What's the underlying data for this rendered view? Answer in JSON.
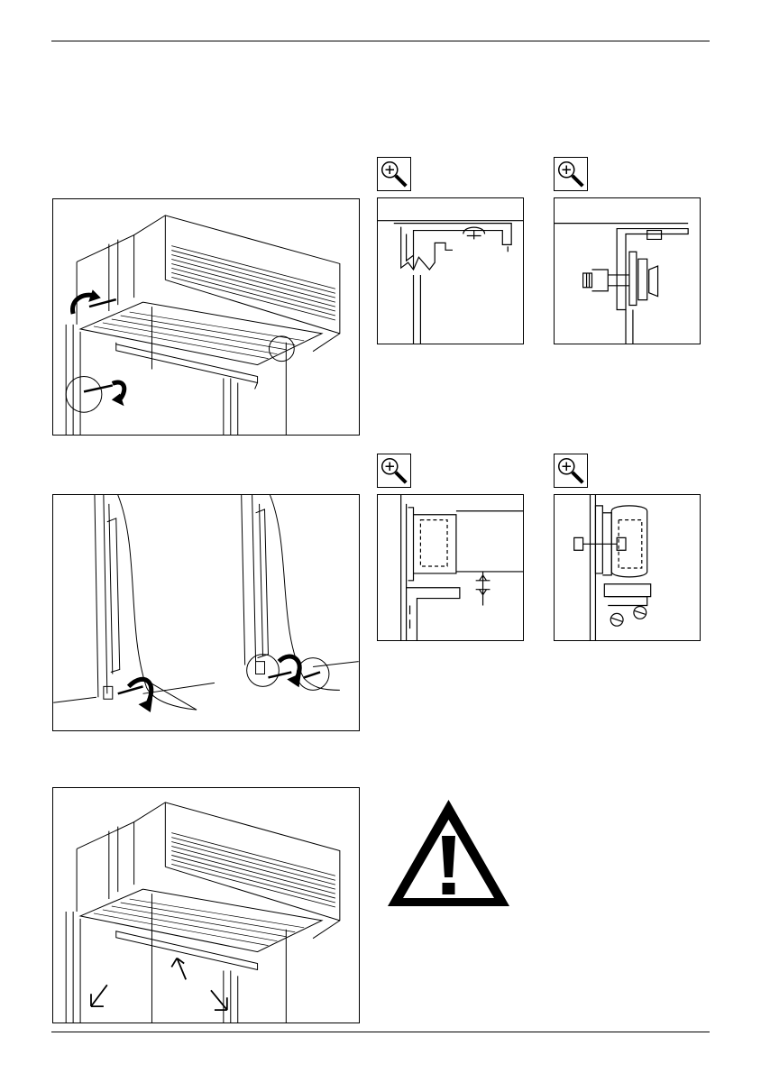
{
  "page": {
    "figures": [
      {
        "id": "fig1",
        "depicts": "curtain-unit-mounting-screws"
      },
      {
        "id": "fig2",
        "depicts": "side-panel-fastening"
      },
      {
        "id": "fig3",
        "depicts": "unit-lifting-alignment"
      }
    ],
    "details": [
      {
        "id": "d1",
        "icon": "zoom-in-icon",
        "depicts": "bracket-hook-detail"
      },
      {
        "id": "d2",
        "icon": "zoom-in-icon",
        "depicts": "bolt-fastener-detail"
      },
      {
        "id": "d3",
        "icon": "zoom-in-icon",
        "depicts": "angle-bracket-gap-detail"
      },
      {
        "id": "d4",
        "icon": "zoom-in-icon",
        "depicts": "hinge-bolt-detail"
      }
    ],
    "warning": {
      "icon": "warning-icon",
      "color": "#000000"
    }
  }
}
